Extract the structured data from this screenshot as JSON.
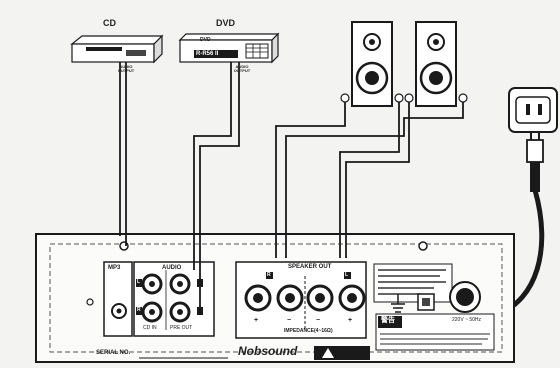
{
  "devices": {
    "cd": {
      "label": "CD",
      "output_label": "AUDIO OUTPUT"
    },
    "dvd": {
      "label": "DVD",
      "face_text": "DVD",
      "model_text": "R-R56 II",
      "output_label": "AUDIO OUTPUT"
    }
  },
  "amplifier": {
    "brand": "Nobsound",
    "serial_label": "SERIAL NO.",
    "mp3_label": "MP3",
    "audio_label": "AUDIO",
    "cd_in_label": "CD IN",
    "pre_out_label": "PRE OUT",
    "speaker_out_label": "SPEAKER OUT",
    "impedance_label": "IMPEDANCE(4~16Ω)",
    "channel_left": "L",
    "channel_right": "R",
    "plus": "+",
    "minus": "−",
    "warning_title": "警告",
    "power_label": "220V ~ 50Hz"
  },
  "icons": [
    "speaker-icon",
    "power-outlet-icon",
    "ground-icon",
    "warning-triangle-icon",
    "power-switch-icon"
  ],
  "colors": {
    "line": "#1a1a1a",
    "panel": "#ffffff",
    "jack": "#2b2b2b",
    "background": "#f3f3f1"
  }
}
